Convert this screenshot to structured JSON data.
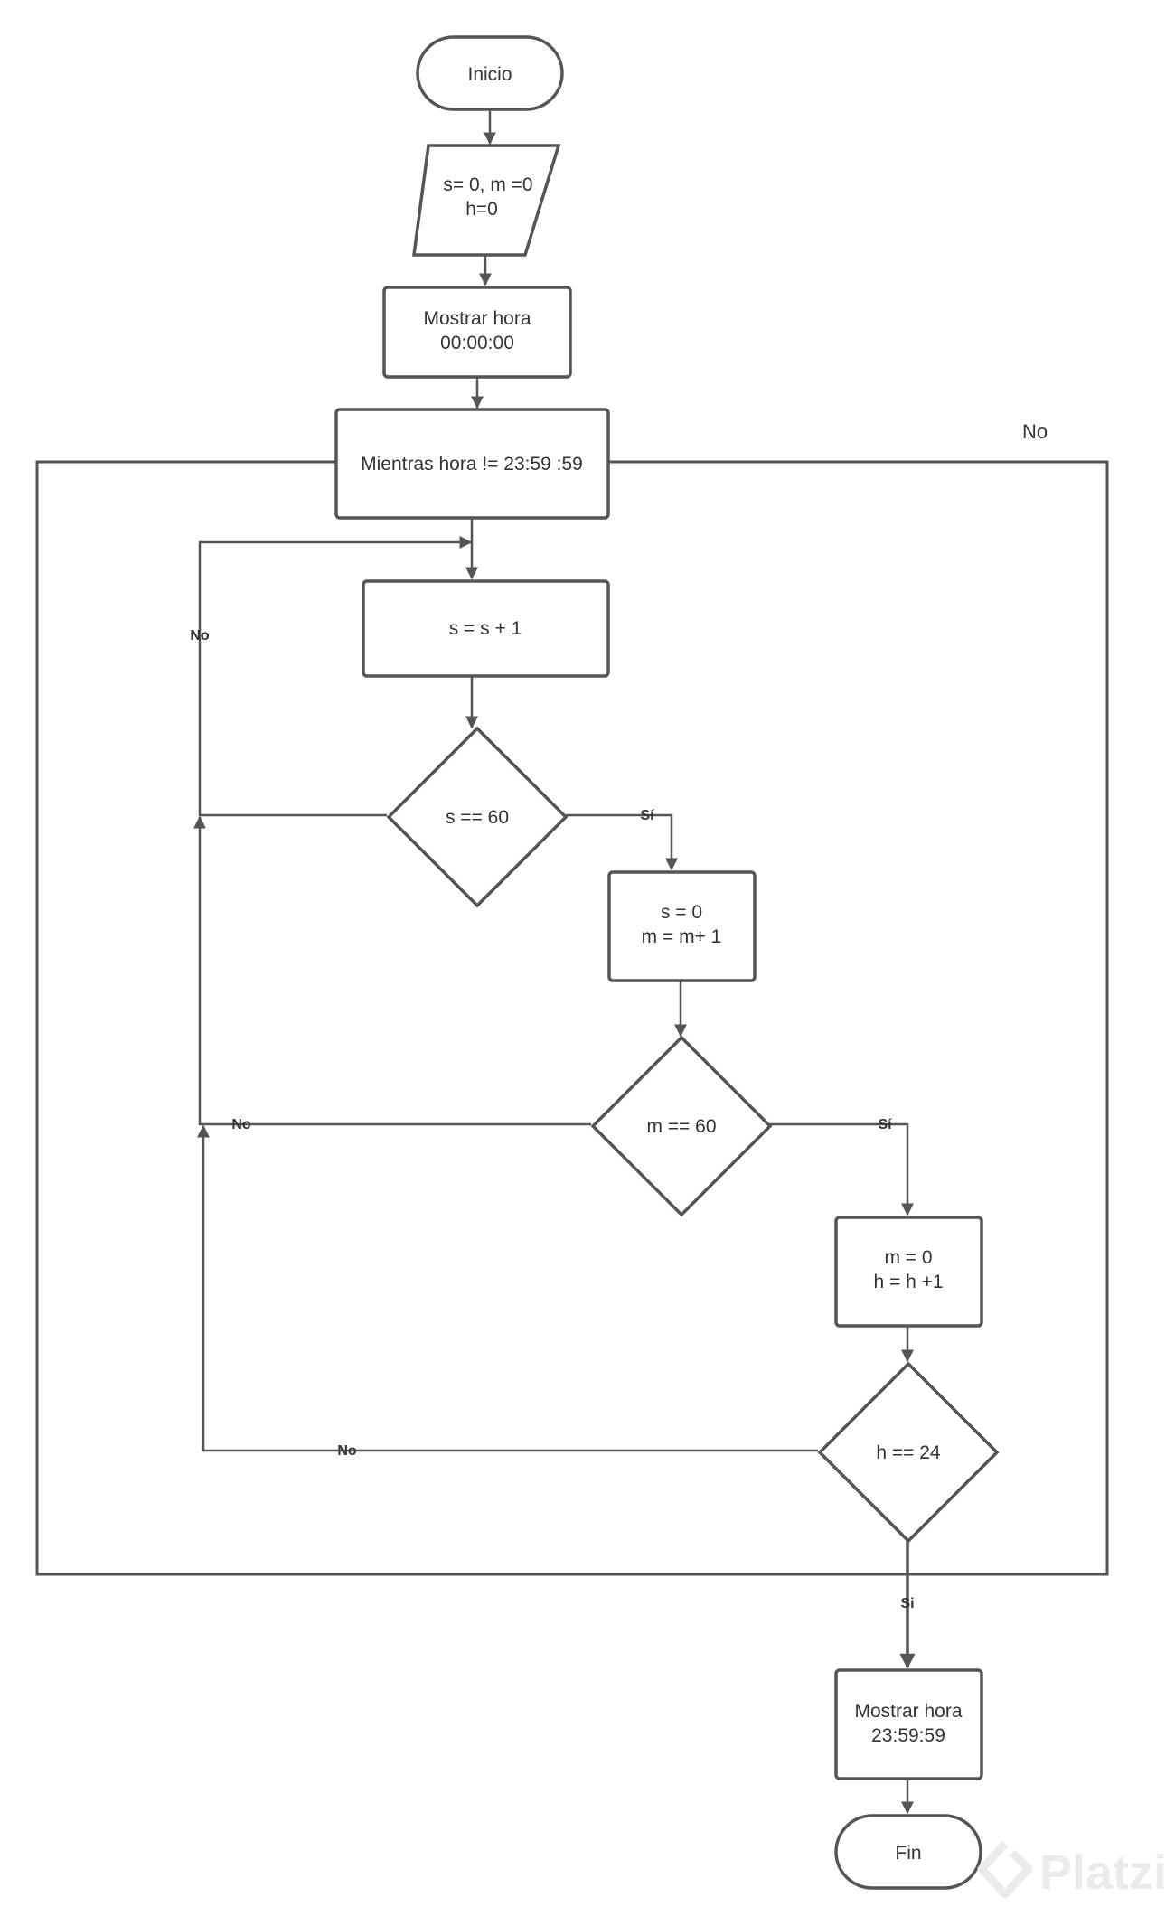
{
  "nodes": {
    "inicio": {
      "type": "terminator",
      "lines": [
        "Inicio"
      ]
    },
    "input": {
      "type": "input-output",
      "lines": [
        "s= 0, m =0",
        "h=0"
      ]
    },
    "show_start": {
      "type": "process",
      "lines": [
        "Mostrar hora",
        "00:00:00"
      ]
    },
    "loop": {
      "type": "loop",
      "lines": [
        "Mientras hora != 23:59 :59"
      ]
    },
    "inc_s": {
      "type": "process",
      "lines": [
        "s = s + 1"
      ]
    },
    "dec_s": {
      "type": "decision",
      "lines": [
        "s == 60"
      ]
    },
    "reset_s": {
      "type": "process",
      "lines": [
        "s = 0",
        "m = m+ 1"
      ]
    },
    "dec_m": {
      "type": "decision",
      "lines": [
        "m == 60"
      ]
    },
    "reset_m": {
      "type": "process",
      "lines": [
        "m = 0",
        "h = h +1"
      ]
    },
    "dec_h": {
      "type": "decision",
      "lines": [
        "h == 24"
      ]
    },
    "show_end": {
      "type": "process",
      "lines": [
        "Mostrar hora",
        "23:59:59"
      ]
    },
    "fin": {
      "type": "terminator",
      "lines": [
        "Fin"
      ]
    }
  },
  "edges": {
    "loop_no": {
      "label": "No"
    },
    "s_no": {
      "label": "No"
    },
    "s_yes": {
      "label": "Sí"
    },
    "m_no": {
      "label": "No"
    },
    "m_yes": {
      "label": "Sí"
    },
    "h_no": {
      "label": "No"
    },
    "h_yes": {
      "label": "Si"
    }
  },
  "watermark": {
    "text": "Platzi"
  }
}
